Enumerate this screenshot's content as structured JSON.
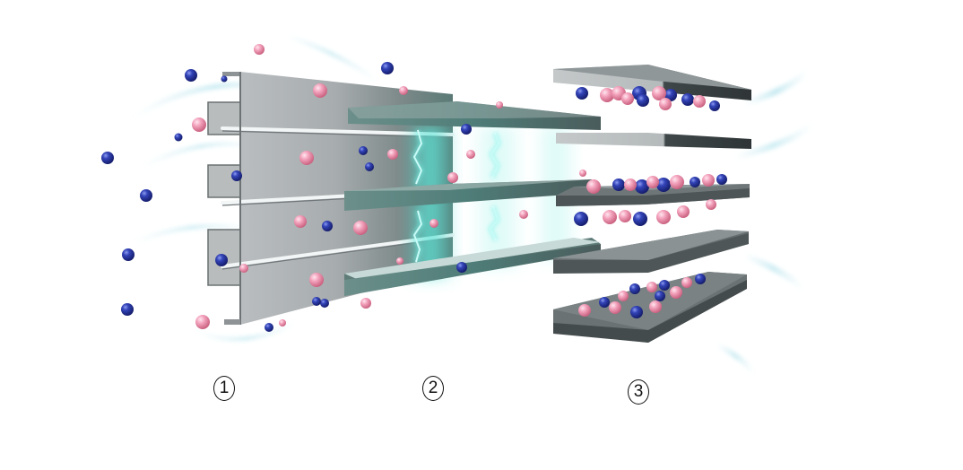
{
  "figure": {
    "description": "Three-stage illustration: ions flowing through a metallic fin stack (1), charged parallel plates with electric discharge (2), and plates with adsorbed ions (3)",
    "colors": {
      "background": "#ffffff",
      "metal_light": "#c9cccd",
      "metal_mid": "#9ea3a5",
      "metal_dark": "#4e5557",
      "plate_top": "#7d8586",
      "plate_edge": "#3f4547",
      "glow": "#3fd6c8",
      "glow_core": "#e8fffd",
      "ion_blue": "#23309a",
      "ion_blue_highlight": "#6f7fe0",
      "ion_pink": "#ee8fae",
      "ion_pink_highlight": "#ffd6e2",
      "flow_stream": "#bfe6ee"
    },
    "stages": [
      {
        "id": 1,
        "label": "1",
        "symbol": "①",
        "name": "fin-stack-stage"
      },
      {
        "id": 2,
        "label": "2",
        "symbol": "②",
        "name": "electric-discharge-stage"
      },
      {
        "id": 3,
        "label": "3",
        "symbol": "③",
        "name": "ion-adsorption-stage"
      }
    ],
    "legend_ions": [
      {
        "name": "blue-ion",
        "color": "#23309a"
      },
      {
        "name": "pink-ion",
        "color": "#ee8fae"
      }
    ]
  }
}
